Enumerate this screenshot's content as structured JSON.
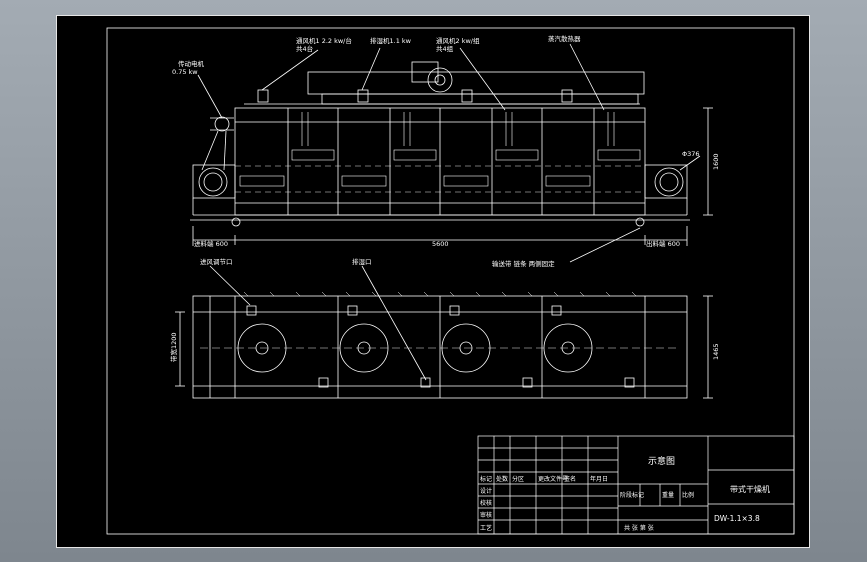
{
  "colors": {
    "background_viewport": "#8c949c",
    "sheet": "#000000",
    "line": "#ffffff",
    "dashed": "#e8e8e8"
  },
  "elevation_view": {
    "labels": {
      "motor": "传动电机",
      "motor_power": "0.75 kw",
      "fan1": "通风机1 2.2 kw/台",
      "fan1_note": "共4台",
      "fan_main": "排湿机1.1 kw",
      "fan2": "通风机2 kw/组",
      "fan2_note": "共4组",
      "steam": "蒸汽散热器",
      "diameter": "Φ376",
      "height_dim": "1600",
      "length_dim": "5600",
      "feed_left": "进料端 600",
      "discharge_right": "出料端 600",
      "conveyor_note": "输送带 链条 两侧固定"
    }
  },
  "plan_view": {
    "labels": {
      "air_inlet": "进风调节口",
      "exhaust": "排湿口",
      "width_inner": "带宽1200",
      "width_outer": "1465"
    }
  },
  "title_block": {
    "drawing_title": "示意图",
    "product_name": "带式干燥机",
    "model": "DW-1.1×3.8",
    "rows": [
      "标记",
      "设计",
      "校核",
      "审核",
      "工艺"
    ],
    "headers": [
      "处数",
      "分区",
      "更改文件号",
      "签名",
      "年月日"
    ],
    "mid_labels": [
      "阶段标记",
      "重量",
      "比例"
    ],
    "sheet_label": "共 张 第 张"
  }
}
